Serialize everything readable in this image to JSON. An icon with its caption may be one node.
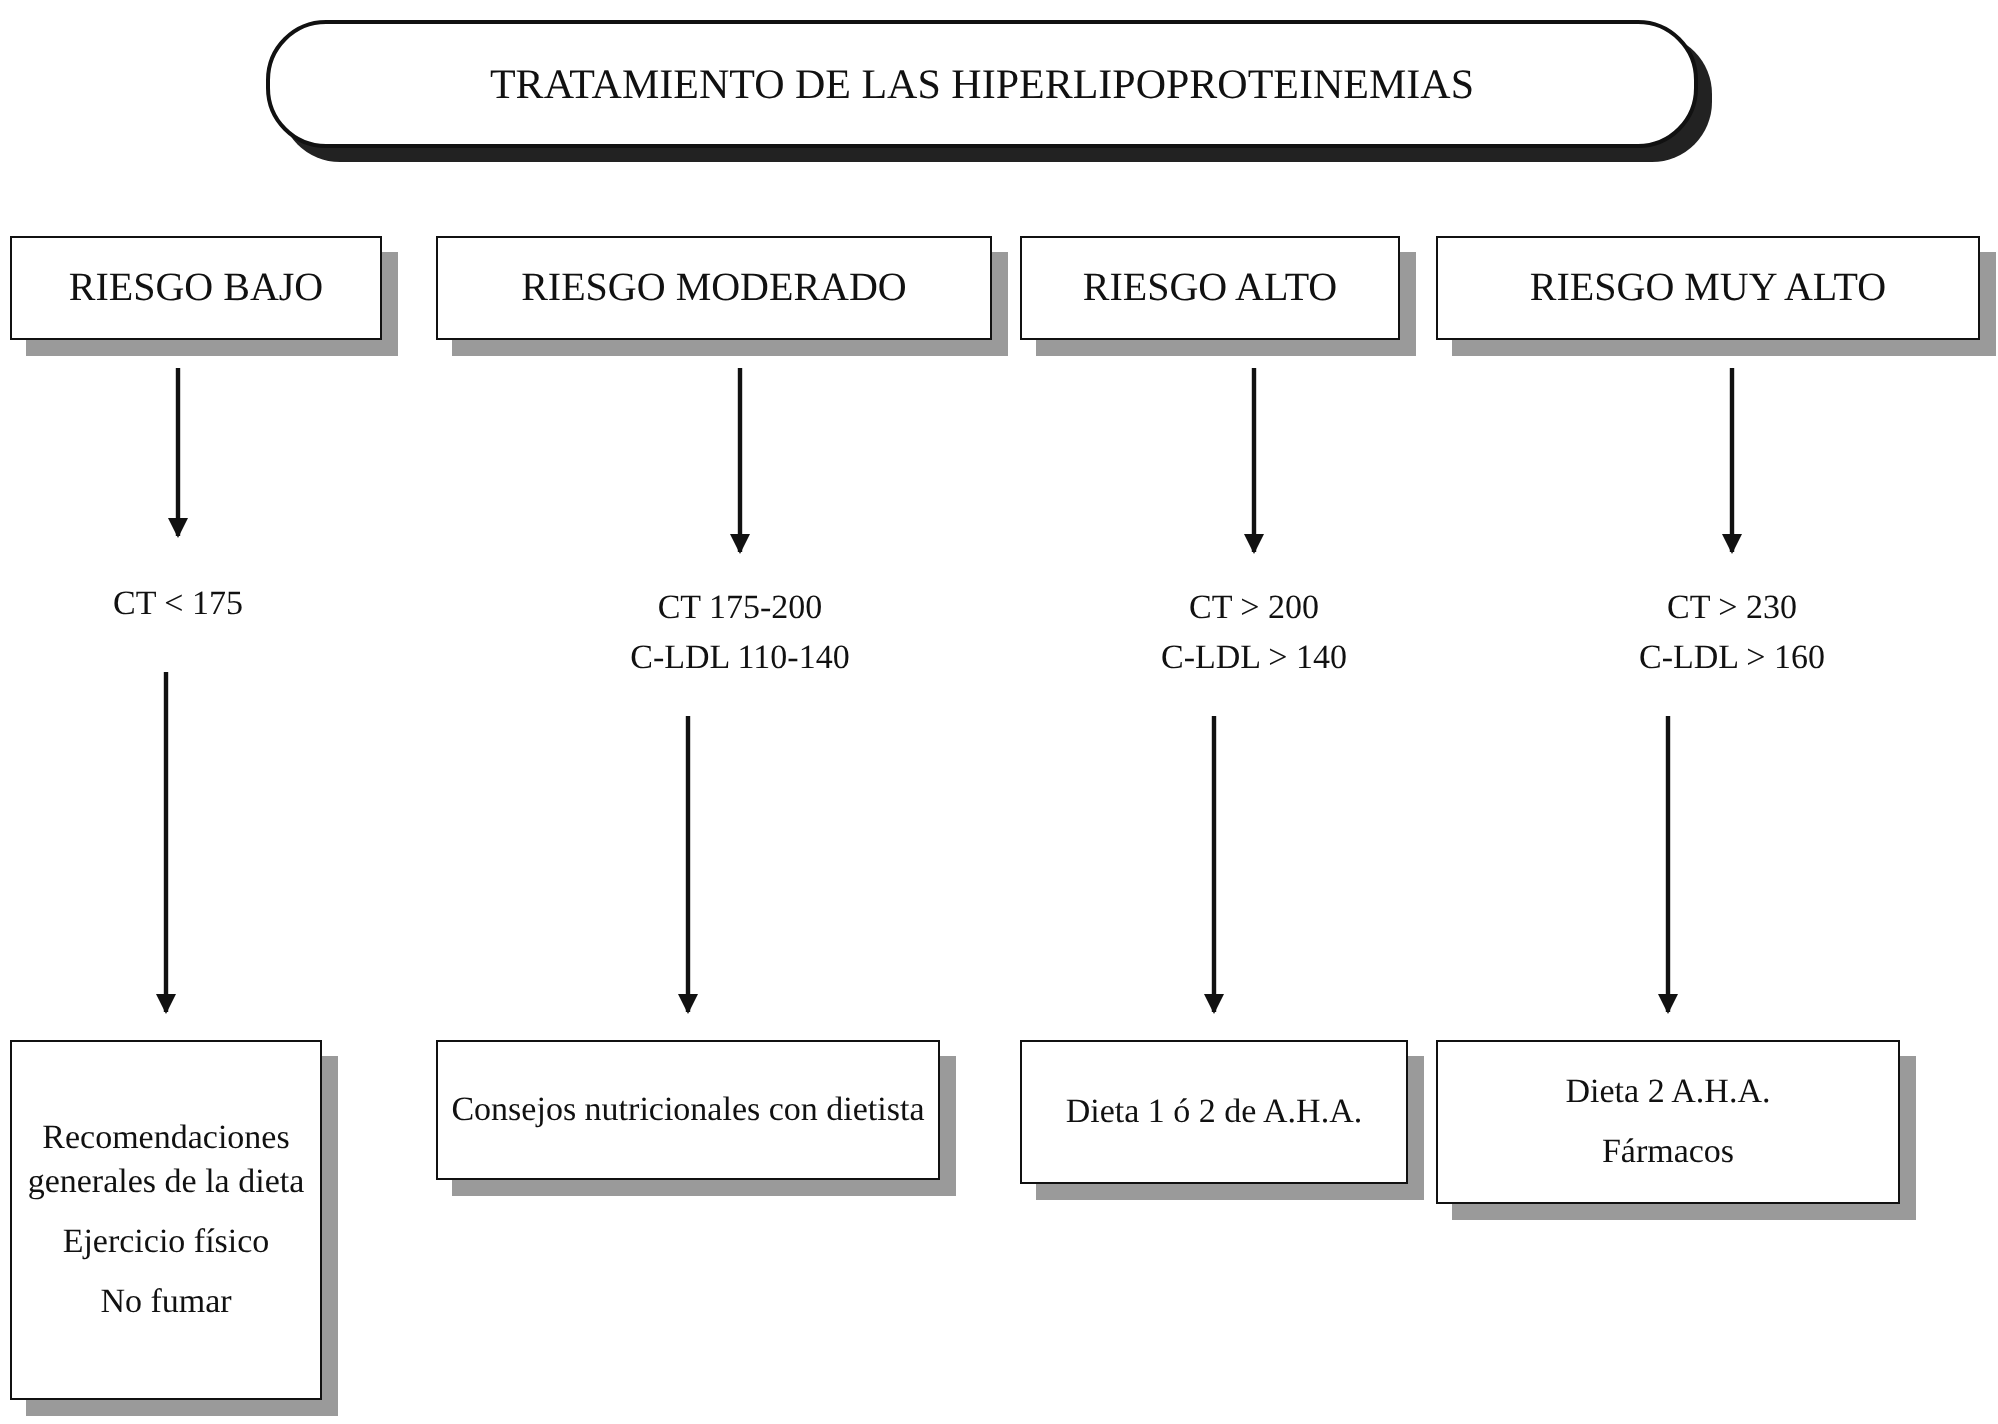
{
  "diagram": {
    "title": "TRATAMIENTO DE LAS HIPERLIPOPROTEINEMIAS",
    "nodes": [
      {
        "text": [
          "RIESGO BAJO"
        ]
      },
      {
        "text": [
          "RIESGO MODERADO"
        ]
      },
      {
        "text": [
          "RIESGO ALTO"
        ]
      },
      {
        "text": [
          "RIESGO MUY ALTO"
        ]
      },
      {
        "text": [
          "CT < 175"
        ]
      },
      {
        "text": [
          "CT 175-200",
          "C-LDL 110-140"
        ]
      },
      {
        "text": [
          "CT > 200",
          "C-LDL > 140"
        ]
      },
      {
        "text": [
          "CT > 230",
          "C-LDL > 160"
        ]
      },
      {
        "text": [
          "Recomendaciones generales de la dieta",
          "Ejercicio físico",
          "No fumar"
        ]
      },
      {
        "text": [
          "Consejos nutricionales con dietista"
        ]
      },
      {
        "text": [
          "Dieta 1 ó 2 de A.H.A."
        ]
      },
      {
        "text": [
          "Dieta 2 A.H.A.",
          "Fármacos"
        ]
      }
    ],
    "edges": [
      {
        "from": 0,
        "to": 4,
        "arrow": "to"
      },
      {
        "from": 1,
        "to": 5,
        "arrow": "to"
      },
      {
        "from": 2,
        "to": 6,
        "arrow": "to"
      },
      {
        "from": 3,
        "to": 7,
        "arrow": "to"
      },
      {
        "from": 4,
        "to": 8,
        "arrow": "to"
      },
      {
        "from": 5,
        "to": 9,
        "arrow": "to"
      },
      {
        "from": 6,
        "to": 10,
        "arrow": "to"
      },
      {
        "from": 7,
        "to": 11,
        "arrow": "to"
      }
    ]
  }
}
